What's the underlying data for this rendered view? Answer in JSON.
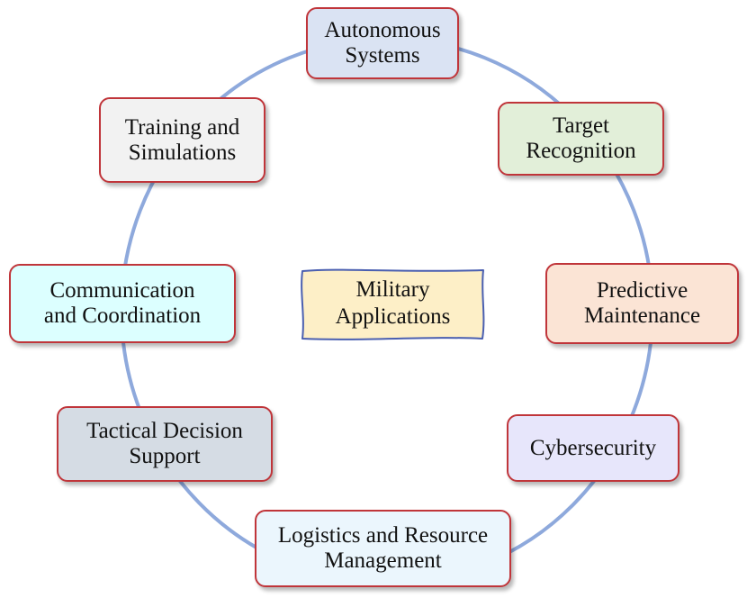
{
  "center": {
    "line1": "Military",
    "line2": "Applications",
    "fill": "#fdefc7",
    "border": "#4a5fb0"
  },
  "ring_color": "#8ea9dc",
  "nodes": [
    {
      "id": "autonomous",
      "line1": "Autonomous",
      "line2": "Systems",
      "fill": "#dae3f3"
    },
    {
      "id": "target",
      "line1": "Target",
      "line2": "Recognition",
      "fill": "#e2efd9"
    },
    {
      "id": "predictive",
      "line1": "Predictive",
      "line2": "Maintenance",
      "fill": "#fbe4d5"
    },
    {
      "id": "cyber",
      "line1": "Cybersecurity",
      "line2": "",
      "fill": "#e7e6fb"
    },
    {
      "id": "logistics",
      "line1": "Logistics and Resource",
      "line2": "Management",
      "fill": "#ebf6fd"
    },
    {
      "id": "tactical",
      "line1": "Tactical Decision",
      "line2": "Support",
      "fill": "#d5dce4"
    },
    {
      "id": "communication",
      "line1": "Communication",
      "line2": "and Coordination",
      "fill": "#dcffff"
    },
    {
      "id": "training",
      "line1": "Training and",
      "line2": "Simulations",
      "fill": "#f2f2f2"
    }
  ]
}
